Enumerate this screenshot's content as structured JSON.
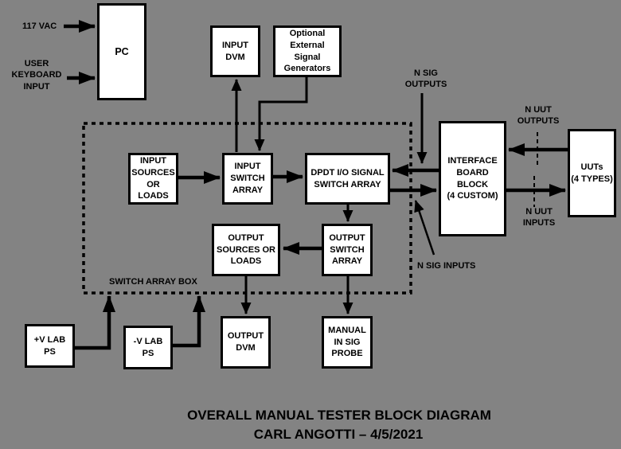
{
  "colors": {
    "background": "#838383",
    "box_fill": "#ffffff",
    "line": "#000000"
  },
  "blocks": {
    "pc": {
      "label": "PC"
    },
    "input_dvm": {
      "label": "INPUT\nDVM"
    },
    "optional_ext": {
      "label": "Optional\nExternal\nSignal\nGenerators"
    },
    "input_sources": {
      "label": "INPUT\nSOURCES\nOR\nLOADS"
    },
    "input_switch": {
      "label": "INPUT\nSWITCH\nARRAY"
    },
    "dpdt": {
      "label": "DPDT I/O SIGNAL\nSWITCH ARRAY"
    },
    "interface": {
      "label": "INTERFACE\nBOARD\nBLOCK\n(4 CUSTOM)"
    },
    "uuts": {
      "label": "UUTs\n(4 TYPES)"
    },
    "output_sources": {
      "label": "OUTPUT\nSOURCES OR\nLOADS"
    },
    "output_switch": {
      "label": "OUTPUT\nSWITCH\nARRAY"
    },
    "output_dvm": {
      "label": "OUTPUT\nDVM"
    },
    "manual_probe": {
      "label": "MANUAL\nIN SIG\nPROBE"
    },
    "pv_lab_ps": {
      "label": "+V LAB\nPS"
    },
    "nv_lab_ps": {
      "label": "-V LAB\nPS"
    }
  },
  "labels": {
    "vac": "117 VAC",
    "user_keyboard": "USER\nKEYBOARD\nINPUT",
    "n_sig_outputs": "N SIG\nOUTPUTS",
    "n_uut_outputs": "N UUT\nOUTPUTS",
    "n_uut_inputs": "N UUT\nINPUTS",
    "n_sig_inputs": "N SIG INPUTS",
    "switch_array_box": "SWITCH ARRAY BOX"
  },
  "title": {
    "line1": "OVERALL MANUAL TESTER BLOCK DIAGRAM",
    "line2": "CARL ANGOTTI – 4/5/2021"
  }
}
